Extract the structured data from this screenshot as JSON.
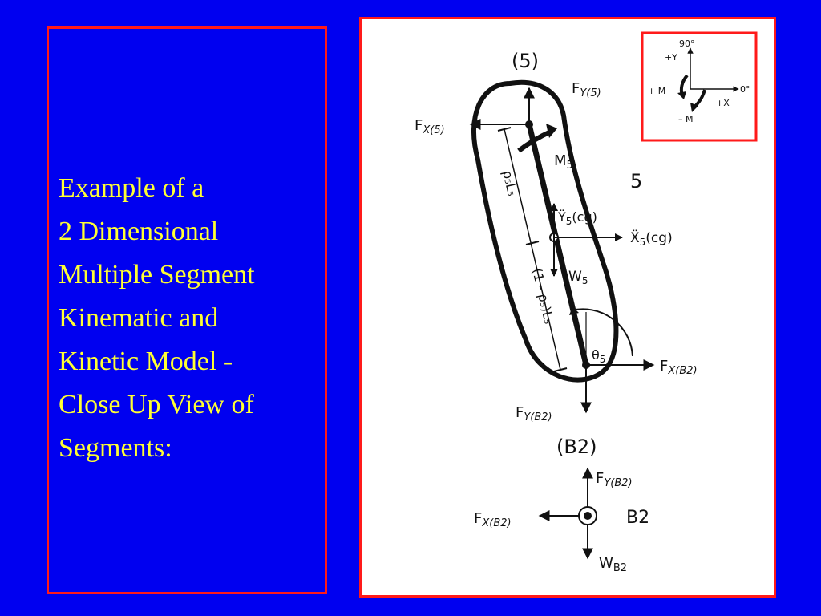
{
  "slide": {
    "title_lines": [
      "Example of a",
      "2 Dimensional",
      "Multiple Segment",
      "Kinematic and",
      "Kinetic Model -",
      "Close Up View of",
      "Segments:"
    ],
    "colors": {
      "background": "#0000f0",
      "title_text": "#ffff33",
      "border": "#ff1a1a",
      "figure_bg": "#ffffff"
    }
  },
  "diagram": {
    "segment_label": "(5)",
    "segment_number": "5",
    "body_label": "(B2)",
    "body_name": "B2",
    "labels": {
      "fy5_main": "F",
      "fy5_sub": "Y(5)",
      "fx5_main": "F",
      "fx5_sub": "X(5)",
      "m5_main": "M",
      "m5_sub": "5",
      "y5_main": "Ÿ",
      "y5_sub": "5",
      "y5_tail": "(cg)",
      "x5_main": "Ẍ",
      "x5_sub": "5",
      "x5_tail": "(cg)",
      "w5_main": "W",
      "w5_sub": "5",
      "rho_upper": "ρ₅L₅",
      "rho_lower": "(1 - ρ₅)L₅",
      "theta_main": "θ",
      "theta_sub": "5",
      "fxb2_main": "F",
      "fxb2_sub": "X(B2)",
      "fyb2_main": "F",
      "fyb2_sub": "Y(B2)",
      "body_fy_main": "F",
      "body_fy_sub": "Y(B2)",
      "body_fx_main": "F",
      "body_fx_sub": "X(B2)",
      "body_w_main": "W",
      "body_w_sub": "B2"
    },
    "legend": {
      "deg90": "90°",
      "plus_y": "+Y",
      "plus_m": "+ M",
      "deg0": "0°",
      "plus_x": "+X",
      "minus_m": "– M"
    }
  }
}
